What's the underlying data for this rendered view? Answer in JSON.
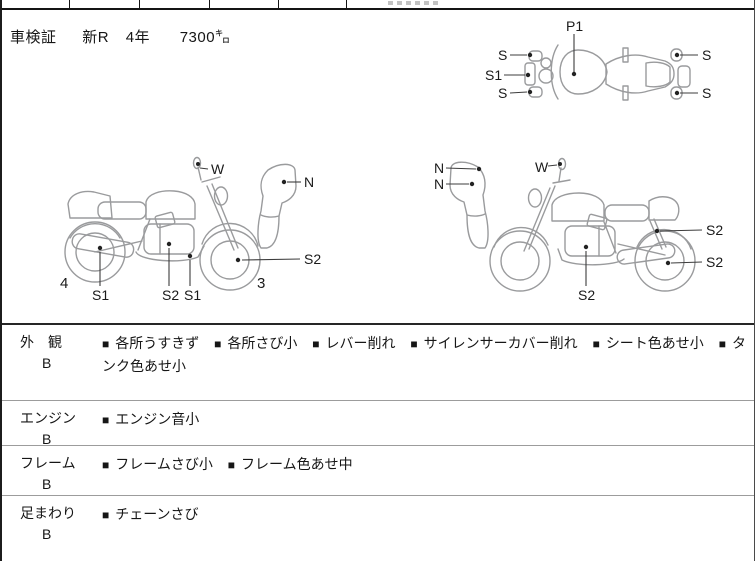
{
  "glyphs": {
    "bullet": "■"
  },
  "header": {
    "doc_label": "車検証",
    "reg_era": "新R",
    "reg_year": "4年",
    "mileage": "7300㌔"
  },
  "diagrams": {
    "top_view": {
      "p1": "P1",
      "s_left_top": "S",
      "s1_left": "S1",
      "s_left_bottom": "S",
      "s_right_top": "S",
      "s_right_bottom": "S"
    },
    "left_view": {
      "w": "W",
      "n": "N",
      "num_rear": "4",
      "s1_muffler": "S1",
      "s2_engine": "S2",
      "s1_frame": "S1",
      "num_front": "3",
      "s2_front_wheel": "S2"
    },
    "right_view": {
      "n_top": "N",
      "n_bottom": "N",
      "w": "W",
      "s2_shock": "S2",
      "s2_rear_wheel": "S2",
      "s2_engine": "S2"
    }
  },
  "sections": [
    {
      "name": "外　観",
      "grade": "B",
      "items": [
        "各所うすきず",
        "各所さび小",
        "レバー削れ",
        "サイレンサーカバー削れ",
        "シート色あせ小",
        "タンク色あせ小"
      ]
    },
    {
      "name": "エンジン",
      "grade": "B",
      "items": [
        "エンジン音小"
      ]
    },
    {
      "name": "フレーム",
      "grade": "B",
      "items": [
        "フレームさび小",
        "フレーム色あせ中"
      ]
    },
    {
      "name": "足まわり",
      "grade": "B",
      "items": [
        "チェーンさび"
      ]
    }
  ]
}
